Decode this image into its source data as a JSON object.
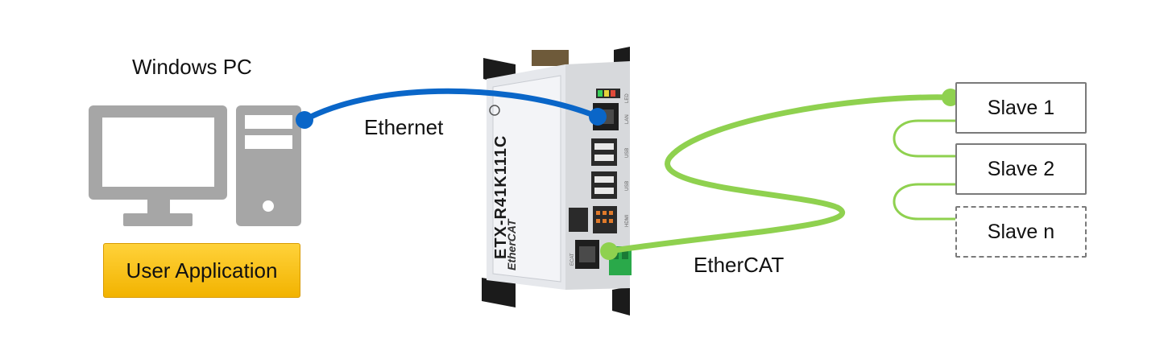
{
  "pc": {
    "title": "Windows PC",
    "app_label": "User Application"
  },
  "links": {
    "ethernet_label": "Ethernet",
    "ethercat_label": "EtherCAT"
  },
  "device": {
    "model": "ETX-R41K111C",
    "brand": "EtherCAT",
    "port_labels": {
      "led": "LED",
      "lan": "LAN",
      "usb1": "USB",
      "usb2": "USB",
      "hdmi": "HDMI",
      "ecat": "ECAT"
    }
  },
  "slaves": [
    {
      "label": "Slave 1",
      "style": "solid"
    },
    {
      "label": "Slave 2",
      "style": "solid"
    },
    {
      "label": "Slave n",
      "style": "dashed"
    }
  ],
  "colors": {
    "ethernet_cable": "#0a66c8",
    "ethercat_cable": "#8fd14f",
    "pc_icon": "#a6a6a6",
    "user_app_fill": "#f5b800",
    "slave_border": "#7a7a7a"
  }
}
